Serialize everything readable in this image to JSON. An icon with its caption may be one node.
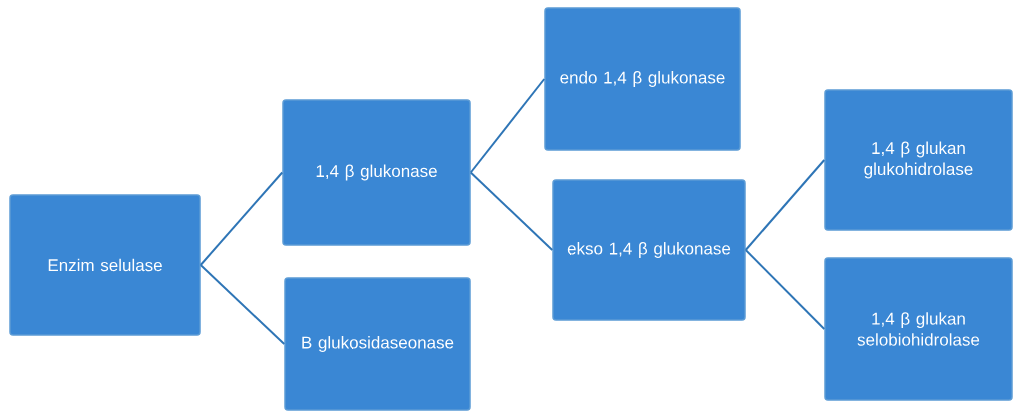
{
  "diagram": {
    "nodes": [
      {
        "text": [
          "Enzim selulase"
        ]
      },
      {
        "text": [
          "1,4 β glukonase"
        ]
      },
      {
        "text": [
          "B glukosidaseonase"
        ]
      },
      {
        "text": [
          "endo 1,4 β glukonase"
        ]
      },
      {
        "text": [
          "ekso 1,4 β glukonase"
        ]
      },
      {
        "text": [
          "1,4 β glukan glukohidrolase"
        ]
      },
      {
        "text": [
          "1,4 β glukan selobiohidrolase"
        ]
      }
    ],
    "edges": [
      {
        "from": 0,
        "to": 1,
        "arrow": "none"
      },
      {
        "from": 0,
        "to": 2,
        "arrow": "none"
      },
      {
        "from": 1,
        "to": 3,
        "arrow": "none"
      },
      {
        "from": 1,
        "to": 4,
        "arrow": "none"
      },
      {
        "from": 4,
        "to": 5,
        "arrow": "none"
      },
      {
        "from": 4,
        "to": 6,
        "arrow": "none"
      }
    ]
  }
}
